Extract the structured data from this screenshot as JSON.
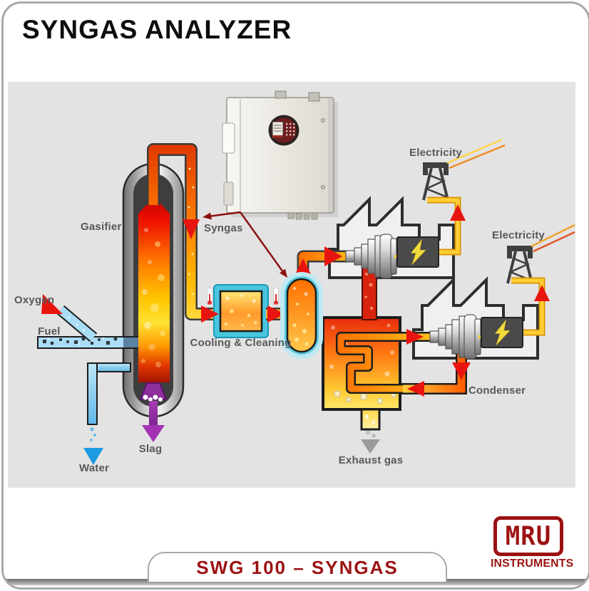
{
  "header": {
    "title": "SYNGAS ANALYZER"
  },
  "diagram": {
    "labels": {
      "gasifier": "Gasifier",
      "syngas": "Syngas",
      "oxygen": "Oxygen",
      "fuel": "Fuel",
      "water": "Water",
      "slag": "Slag",
      "cooling": "Cooling & Cleaning",
      "electricity1": "Electricity",
      "electricity2": "Electricity",
      "condenser": "Condenser",
      "exhaust": "Exhaust gas"
    },
    "colors": {
      "background_gray": "#e3e3e3",
      "accent_red": "#e8150f",
      "annotation_dark_red": "#8c1010",
      "brand_dark_red": "#9c1212",
      "cyan": "#49c5de",
      "cable_yellow": "#ffce33",
      "slag_purple": "#8e2d9c",
      "water_blue": "#1e9ae0",
      "label_gray": "#57585a"
    }
  },
  "footer": {
    "model": "SWG 100 – SYNGAS",
    "logo_text": "MRU",
    "logo_sub": "INSTRUMENTS"
  }
}
